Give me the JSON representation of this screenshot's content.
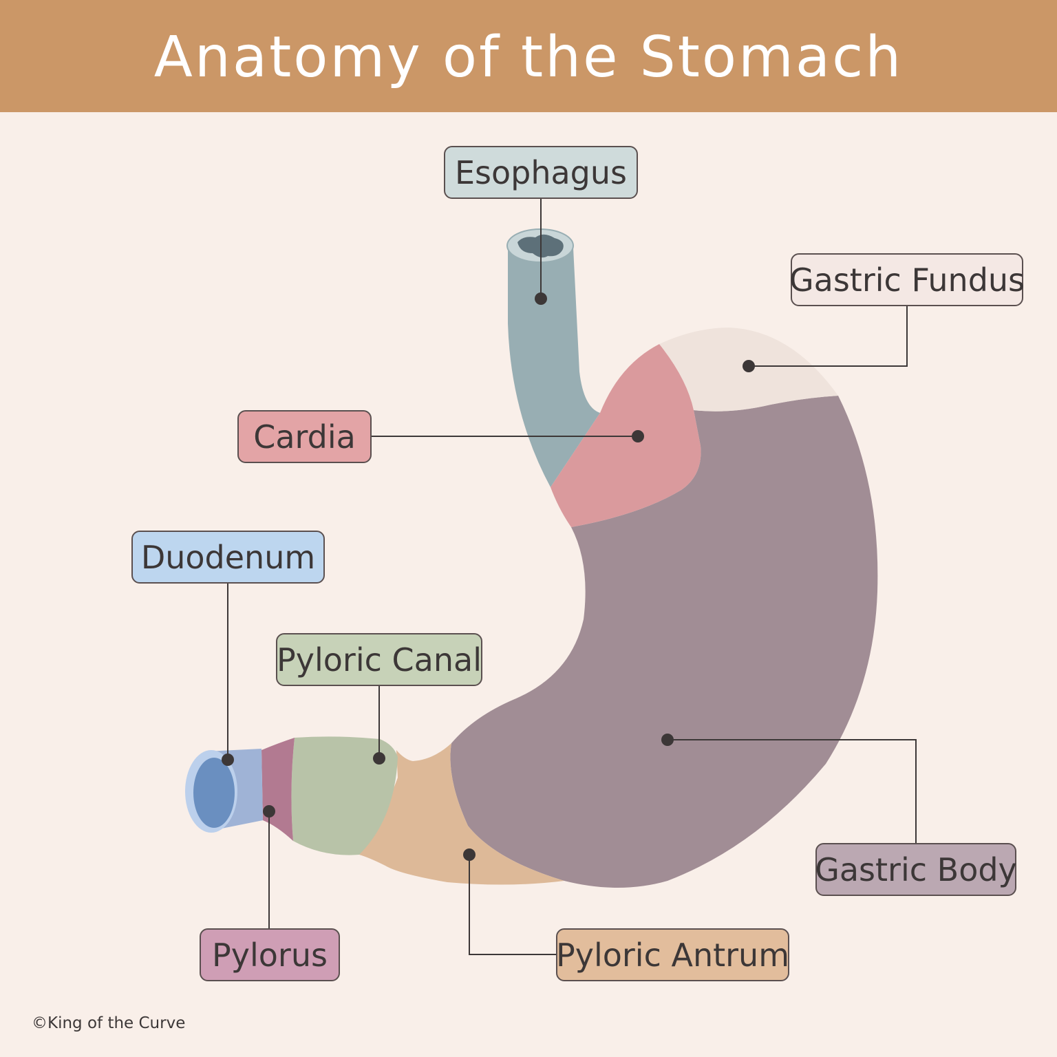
{
  "title": "Anatomy of the Stomach",
  "footer": "©King of the Curve",
  "labels": {
    "esophagus": "Esophagus",
    "gastric_fundus": "Gastric Fundus",
    "cardia": "Cardia",
    "duodenum": "Duodenum",
    "pyloric_canal": "Pyloric Canal",
    "gastric_body": "Gastric Body",
    "pylorus": "Pylorus",
    "pyloric_antrum": "Pyloric Antrum"
  },
  "colors": {
    "header": "#cb9767",
    "background": "#f9efe9",
    "esophagus": "#98aeb3",
    "fundus": "#efe3dc",
    "cardia": "#da9a9d",
    "body": "#a18d95",
    "antrum": "#ddb998",
    "canal": "#b8c3a8",
    "pylorus": "#b27a91",
    "duodenum": "#6a8fc0"
  }
}
